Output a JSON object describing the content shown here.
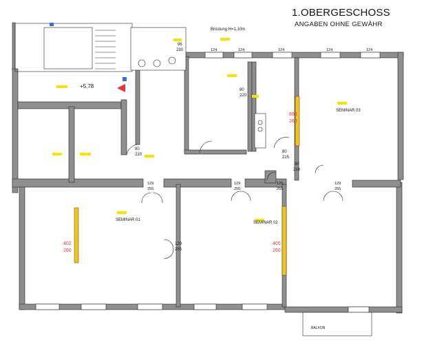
{
  "header": {
    "title": "1.OBERGESCHOSS",
    "subtitle": "ANGABEN OHNE GEWÄHR"
  },
  "plan": {
    "wall_color": "#8f8f8f",
    "line_color": "#222222",
    "highlight_color": "#f0c419",
    "tag_color": "#f2e600",
    "red_color": "#e8333b",
    "blue_color": "#3a6fd8",
    "labels": {
      "bruestung": "Brüstung H=1,10m",
      "sem1": "SEMINAR 01",
      "sem2": "SEMINAR 02",
      "sem3": "SEMINAR 03",
      "balkon": "BALKON",
      "top": "+5,78",
      "sem1_w": "402",
      "sem1_h": "260",
      "sem2_w": "405",
      "sem2_h": "260",
      "sem3_w": "895",
      "sem3_h": "260",
      "d_129a": "129",
      "d_255a": "255",
      "d_129b": "129",
      "d_255b": "255",
      "d_129c": "129",
      "d_255c": "255",
      "d_129d": "129",
      "d_255d": "255",
      "d_129e": "129",
      "d_255e": "255",
      "d_80a": "80",
      "d_220a": "220",
      "d_80b": "80",
      "d_220b": "220",
      "d_80c": "80",
      "d_215": "215",
      "d_96": "96",
      "d_230": "230",
      "d_90": "90",
      "d_216": "216",
      "w_124a": "124",
      "w_124b": "124",
      "w_124c": "124",
      "w_124d": "124",
      "w_124e": "124"
    }
  }
}
